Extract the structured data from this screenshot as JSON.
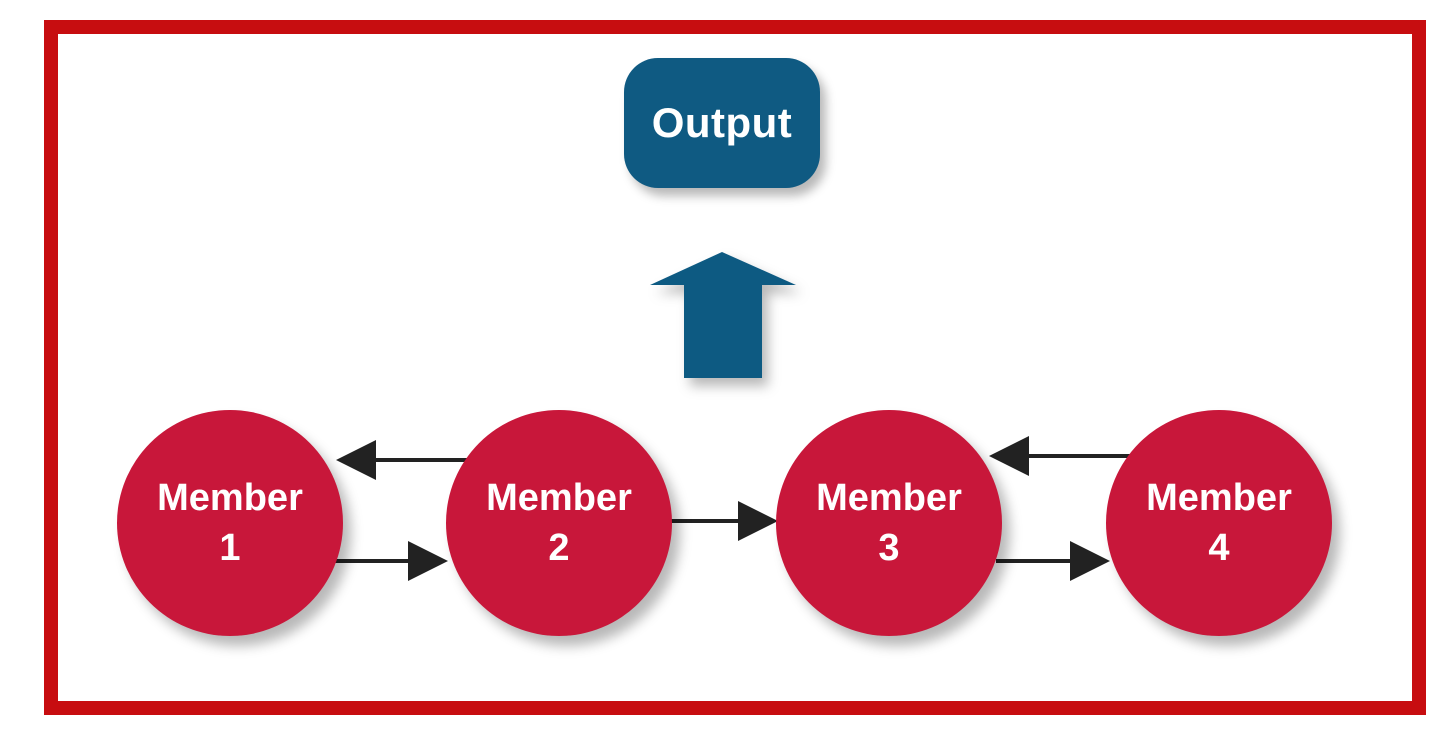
{
  "diagram": {
    "output": {
      "label": "Output"
    },
    "members": [
      {
        "label": "Member\n1"
      },
      {
        "label": "Member\n2"
      },
      {
        "label": "Member\n3"
      },
      {
        "label": "Member\n4"
      }
    ],
    "connections": [
      {
        "from": "Member 2",
        "to": "Member 1"
      },
      {
        "from": "Member 1",
        "to": "Member 2"
      },
      {
        "from": "Member 2",
        "to": "Member 3"
      },
      {
        "from": "Member 4",
        "to": "Member 3"
      },
      {
        "from": "Member 3",
        "to": "Member 4"
      },
      {
        "from": "Members",
        "to": "Output"
      }
    ]
  },
  "colors": {
    "frame": "#c70d10",
    "member": "#c8173a",
    "output": "#0f5a82",
    "arrow": "#222222"
  }
}
